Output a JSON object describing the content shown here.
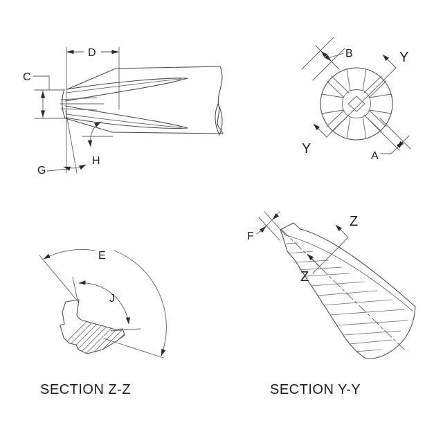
{
  "colors": {
    "background": "#ffffff",
    "line": "#4b4b4b",
    "dimension_line": "#5a5a5a",
    "text": "#1c1c1c",
    "arrow": "#2a2a2a"
  },
  "views": {
    "side_view": {
      "labels": {
        "d": "D",
        "c": "C",
        "g": "G",
        "h": "H"
      }
    },
    "end_view": {
      "labels": {
        "b": "B",
        "a": "A"
      },
      "section_marker": "Y"
    },
    "section_zz": {
      "caption": "SECTION Z-Z",
      "labels": {
        "e": "E",
        "j": "J"
      }
    },
    "section_yy": {
      "caption": "SECTION Y-Y",
      "labels": {
        "f": "F"
      },
      "section_marker": "Z"
    }
  }
}
